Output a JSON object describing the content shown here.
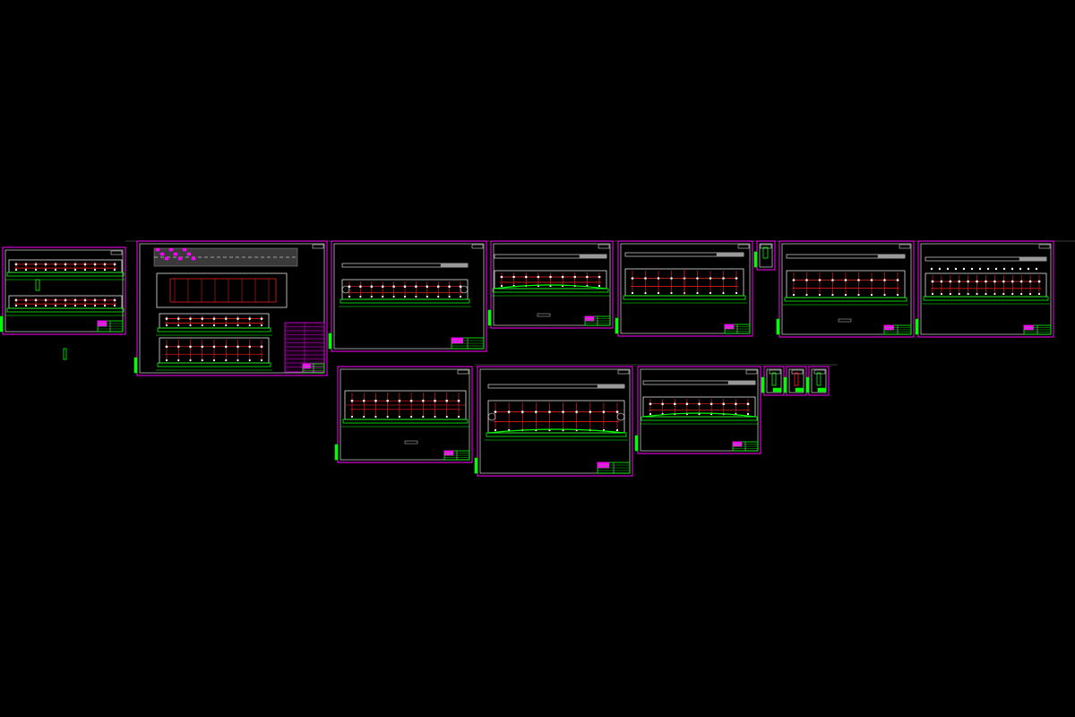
{
  "colors": {
    "background": "#000000",
    "sheet_border": "#ff00ff",
    "geometry": "#ffffff",
    "hidden_lines": "#ff2020",
    "annotations": "#00ff00",
    "gray_layer": "#9a9a9a"
  },
  "model_space": {
    "layout_groups": [
      "top-row",
      "bottom-row",
      "small-detail-sheets"
    ],
    "sheet_types": [
      "assembly",
      "part-elevation",
      "detail"
    ]
  }
}
